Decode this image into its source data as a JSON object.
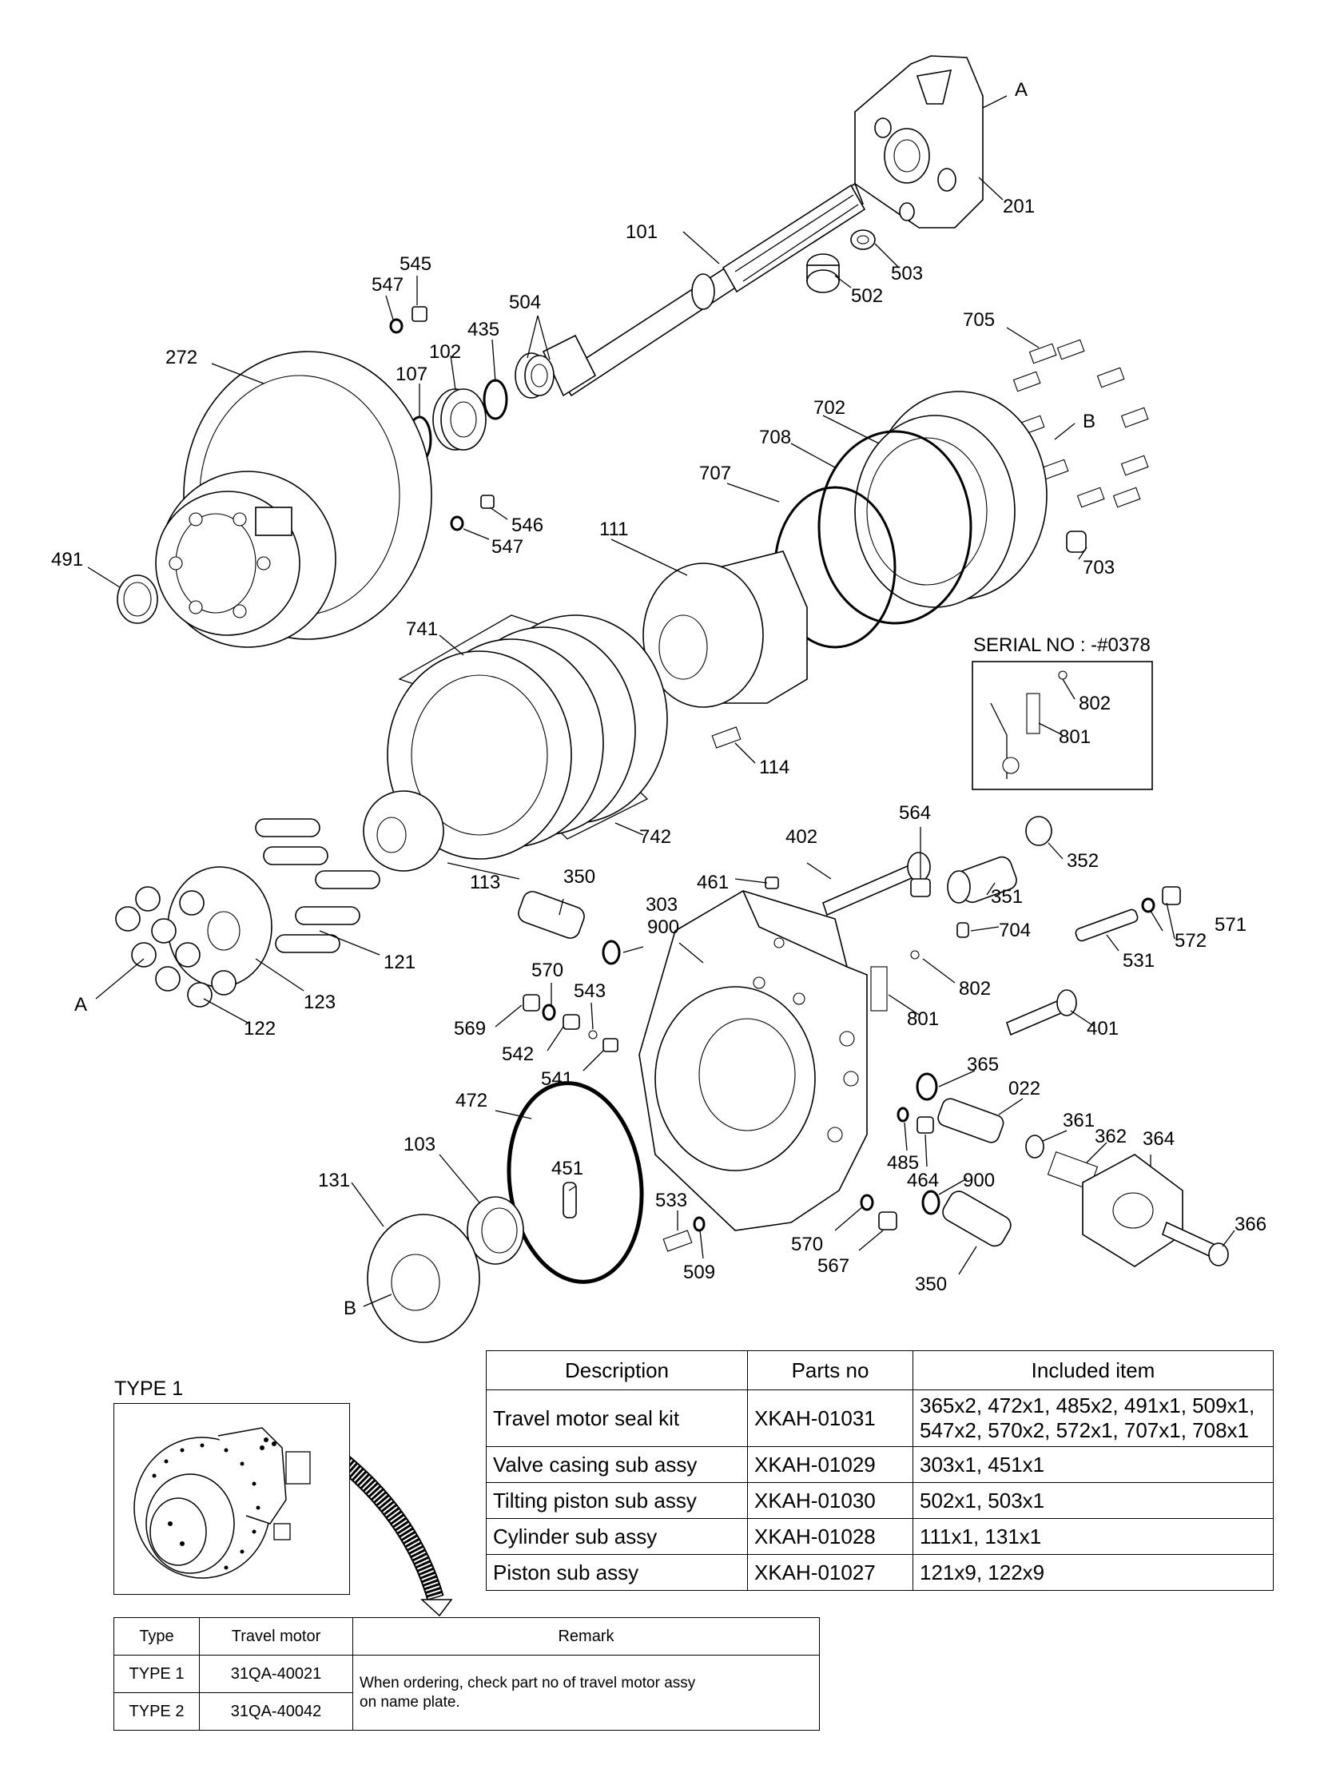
{
  "diagram": {
    "callouts": [
      {
        "id": "A",
        "text": "A"
      },
      {
        "id": "201",
        "text": "201"
      },
      {
        "id": "101",
        "text": "101"
      },
      {
        "id": "503",
        "text": "503"
      },
      {
        "id": "502",
        "text": "502"
      },
      {
        "id": "545",
        "text": "545"
      },
      {
        "id": "547a",
        "text": "547"
      },
      {
        "id": "504",
        "text": "504"
      },
      {
        "id": "435",
        "text": "435"
      },
      {
        "id": "102",
        "text": "102"
      },
      {
        "id": "107",
        "text": "107"
      },
      {
        "id": "272",
        "text": "272"
      },
      {
        "id": "705",
        "text": "705"
      },
      {
        "id": "702",
        "text": "702"
      },
      {
        "id": "B",
        "text": "B"
      },
      {
        "id": "708",
        "text": "708"
      },
      {
        "id": "707",
        "text": "707"
      },
      {
        "id": "546",
        "text": "546"
      },
      {
        "id": "547b",
        "text": "547"
      },
      {
        "id": "111",
        "text": "111"
      },
      {
        "id": "703",
        "text": "703"
      },
      {
        "id": "491",
        "text": "491"
      },
      {
        "id": "741",
        "text": "741"
      },
      {
        "id": "802a",
        "text": "802"
      },
      {
        "id": "801a",
        "text": "801"
      },
      {
        "id": "114",
        "text": "114"
      },
      {
        "id": "742",
        "text": "742"
      },
      {
        "id": "402",
        "text": "402"
      },
      {
        "id": "564",
        "text": "564"
      },
      {
        "id": "352",
        "text": "352"
      },
      {
        "id": "113",
        "text": "113"
      },
      {
        "id": "350a",
        "text": "350"
      },
      {
        "id": "461",
        "text": "461"
      },
      {
        "id": "303",
        "text": "303"
      },
      {
        "id": "351",
        "text": "351"
      },
      {
        "id": "900a",
        "text": "900"
      },
      {
        "id": "704",
        "text": "704"
      },
      {
        "id": "571",
        "text": "571"
      },
      {
        "id": "572",
        "text": "572"
      },
      {
        "id": "121",
        "text": "121"
      },
      {
        "id": "531",
        "text": "531"
      },
      {
        "id": "570a",
        "text": "570"
      },
      {
        "id": "543",
        "text": "543"
      },
      {
        "id": "802b",
        "text": "802"
      },
      {
        "id": "A2",
        "text": "A"
      },
      {
        "id": "123",
        "text": "123"
      },
      {
        "id": "569",
        "text": "569"
      },
      {
        "id": "801b",
        "text": "801"
      },
      {
        "id": "122",
        "text": "122"
      },
      {
        "id": "401",
        "text": "401"
      },
      {
        "id": "542",
        "text": "542"
      },
      {
        "id": "541",
        "text": "541"
      },
      {
        "id": "365",
        "text": "365"
      },
      {
        "id": "022",
        "text": "022"
      },
      {
        "id": "472",
        "text": "472"
      },
      {
        "id": "361",
        "text": "361"
      },
      {
        "id": "362",
        "text": "362"
      },
      {
        "id": "364",
        "text": "364"
      },
      {
        "id": "103",
        "text": "103"
      },
      {
        "id": "451",
        "text": "451"
      },
      {
        "id": "485",
        "text": "485"
      },
      {
        "id": "131",
        "text": "131"
      },
      {
        "id": "464",
        "text": "464"
      },
      {
        "id": "900b",
        "text": "900"
      },
      {
        "id": "533",
        "text": "533"
      },
      {
        "id": "366",
        "text": "366"
      },
      {
        "id": "570b",
        "text": "570"
      },
      {
        "id": "567",
        "text": "567"
      },
      {
        "id": "509",
        "text": "509"
      },
      {
        "id": "350b",
        "text": "350"
      },
      {
        "id": "B2",
        "text": "B"
      }
    ],
    "serial_label": "SERIAL NO : -#0378"
  },
  "parts_table": {
    "headers": [
      "Description",
      "Parts no",
      "Included item"
    ],
    "rows": [
      {
        "description": "Travel motor seal kit",
        "parts_no": "XKAH-01031",
        "included_line1": "365x2, 472x1, 485x2, 491x1, 509x1,",
        "included_line2": "547x2, 570x2, 572x1, 707x1, 708x1"
      },
      {
        "description": "Valve casing sub assy",
        "parts_no": "XKAH-01029",
        "included_line1": "303x1, 451x1"
      },
      {
        "description": "Tilting piston sub assy",
        "parts_no": "XKAH-01030",
        "included_line1": "502x1, 503x1"
      },
      {
        "description": "Cylinder sub assy",
        "parts_no": "XKAH-01028",
        "included_line1": "111x1, 131x1"
      },
      {
        "description": "Piston sub assy",
        "parts_no": "XKAH-01027",
        "included_line1": "121x9, 122x9"
      }
    ]
  },
  "type_box": {
    "label": "TYPE 1"
  },
  "type_table": {
    "headers": [
      "Type",
      "Travel motor",
      "Remark"
    ],
    "rows": [
      {
        "type": "TYPE 1",
        "motor": "31QA-40021"
      },
      {
        "type": "TYPE 2",
        "motor": "31QA-40042"
      }
    ],
    "remark_line1": "When ordering, check part no of travel motor assy",
    "remark_line2": "on name plate."
  }
}
